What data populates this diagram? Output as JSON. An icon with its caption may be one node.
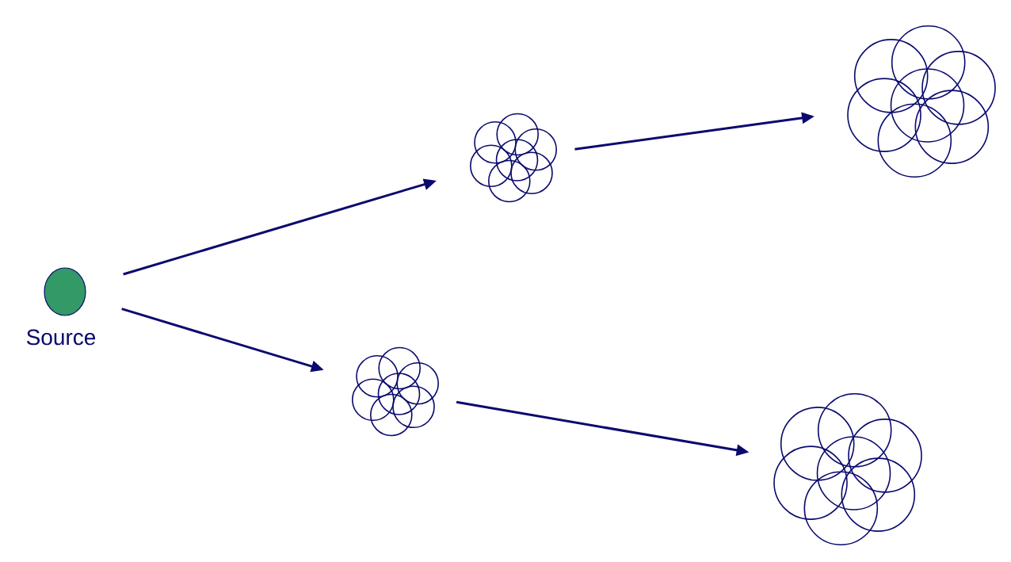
{
  "diagram": {
    "nodes": [
      {
        "text": [
          "Source"
        ]
      },
      {
        "text": [],
        "shape": "circle"
      },
      {
        "text": [],
        "shape": "circle"
      },
      {
        "text": [],
        "shape": "circle"
      },
      {
        "text": [],
        "shape": "circle"
      }
    ],
    "edges": [
      {
        "from": 0,
        "to": 1,
        "arrow": "to"
      },
      {
        "from": 0,
        "to": 2,
        "arrow": "to"
      },
      {
        "from": 1,
        "to": 3,
        "arrow": "to"
      },
      {
        "from": 2,
        "to": 4,
        "arrow": "to"
      }
    ]
  }
}
